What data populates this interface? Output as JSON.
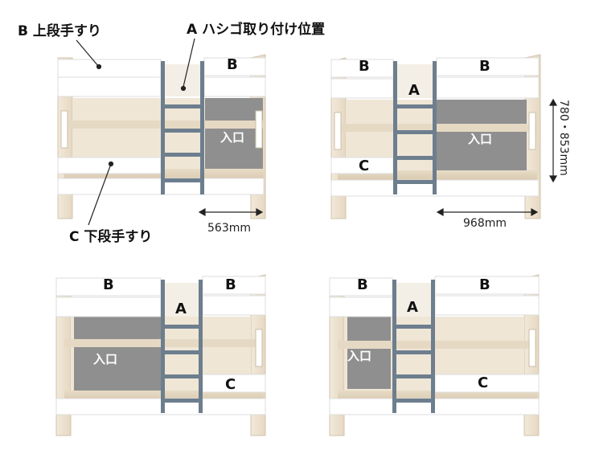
{
  "callouts": {
    "b_upper_rail": "B 上段手すり",
    "a_ladder_position": "A ハシゴ取り付け位置",
    "c_lower_rail": "C 下段手すり"
  },
  "dimensions": {
    "width_short": "563mm",
    "width_long": "968mm",
    "height": "780・853mm"
  },
  "markers": {
    "a": "A",
    "b": "B",
    "c": "C",
    "entrance": "入口"
  },
  "colors": {
    "wood": "#efe4d2",
    "wood_edge": "#d9ccb6",
    "panel_white": "#ffffff",
    "ladder": "#6d7e8e",
    "shade": "#8f8f8f",
    "callout_line": "#222222"
  }
}
